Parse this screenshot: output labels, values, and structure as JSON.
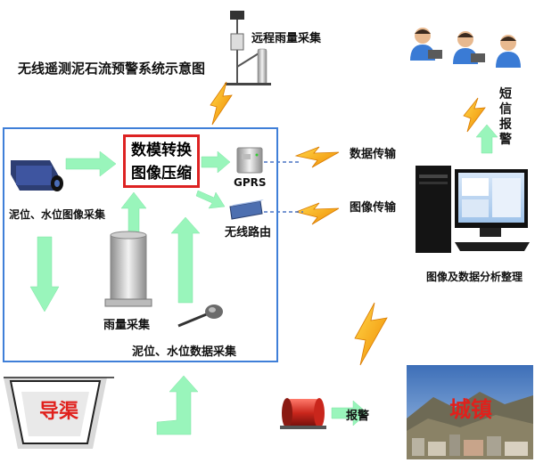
{
  "title": "无线遥测泥石流预警系统示意图",
  "nodes": {
    "remote_rain": "远程雨量采集",
    "sms_alarm": "短信报警",
    "center_top": "数模转换",
    "center_bottom": "图像压缩",
    "gprs": "GPRS",
    "wireless_router": "无线路由",
    "camera": "泥位、水位图像采集",
    "rain_gauge": "雨量采集",
    "level_sensor": "泥位、水位数据采集",
    "data_transfer": "数据传输",
    "image_transfer": "图像传输",
    "analysis": "图像及数据分析整理",
    "ditch": "导渠",
    "alarm": "报警",
    "town": "城镇"
  },
  "colors": {
    "arrow_green": "#99f5bb",
    "bolt_orange": "#f5a60d",
    "box_border": "#3f7fd8",
    "highlight_red": "#e0201c"
  }
}
